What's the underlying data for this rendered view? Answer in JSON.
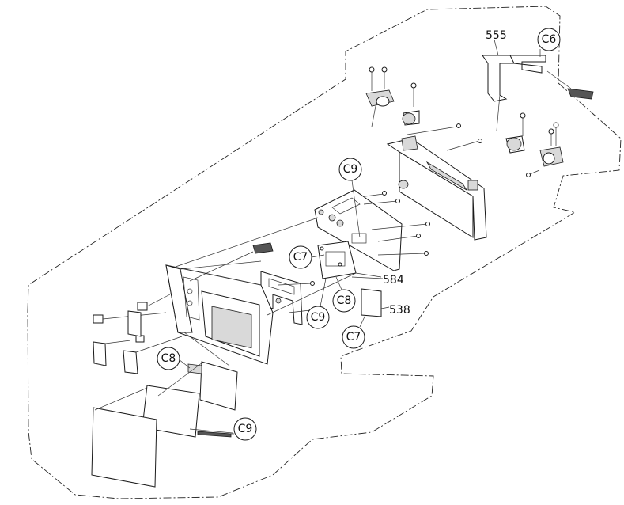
{
  "diagram": {
    "part_numbers": [
      "555",
      "584",
      "538"
    ],
    "callouts": [
      "C6",
      "C9",
      "C7",
      "C8",
      "C9",
      "C7",
      "C8",
      "C9"
    ]
  }
}
